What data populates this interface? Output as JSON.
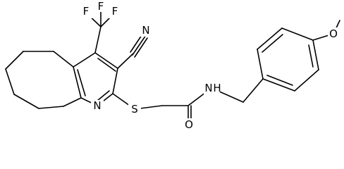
{
  "molecule": {
    "atoms": {
      "F1": "F",
      "F2": "F",
      "F3": "F",
      "N_nitrile": "N",
      "N_pyridine": "N",
      "S": "S",
      "O_carbonyl": "O",
      "N_amide": "N",
      "H_amide": "H",
      "O_ether": "O"
    }
  }
}
